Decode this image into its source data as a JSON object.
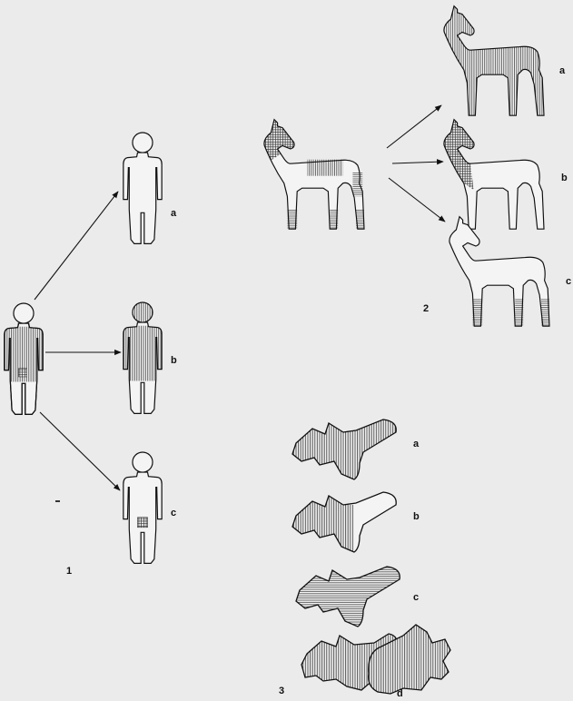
{
  "figure_numbers": {
    "humans": "1",
    "horses": "2",
    "shapes": "3"
  },
  "human_labels": {
    "a": "a",
    "b": "b",
    "c": "c"
  },
  "horse_labels": {
    "a": "a",
    "b": "b",
    "c": "c"
  },
  "shape_labels": {
    "a": "a",
    "b": "b",
    "c": "c",
    "d": "d"
  }
}
